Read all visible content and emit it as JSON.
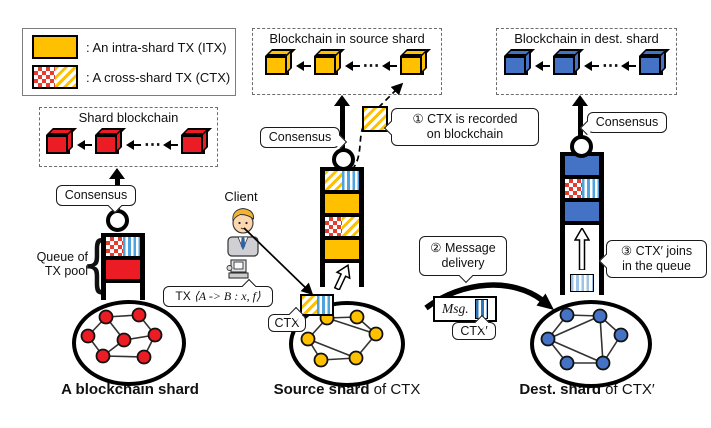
{
  "legend": {
    "itx": ": An intra-shard TX (ITX)",
    "ctx": ": A cross-shard TX (CTX)"
  },
  "ellipsis": "⋯",
  "left_shard": {
    "blockchain_title": "Shard blockchain",
    "consensus": "Consensus",
    "queue_line1": "Queue of",
    "queue_line2": "TX pool",
    "caption": "A blockchain shard"
  },
  "source_shard": {
    "blockchain_title": "Blockchain in source shard",
    "consensus": "Consensus",
    "client": "Client",
    "tx_prefix": "TX ",
    "tx_detail": "⟨A -> B : x, f⟩",
    "ctx_tag": "CTX",
    "step1_line1": "① CTX is recorded",
    "step1_line2": "on blockchain",
    "caption_bold": "Source shard",
    "caption_rest": " of CTX"
  },
  "message": {
    "step2_line1": "② Message",
    "step2_line2": "delivery",
    "msg_label": "Msg.",
    "ctx_prime_tag": "CTX′"
  },
  "dest_shard": {
    "blockchain_title": "Blockchain in dest. shard",
    "consensus": "Consensus",
    "step3_line1": "③ CTX′ joins",
    "step3_line2": "in the queue",
    "caption_bold": "Dest. shard",
    "caption_rest": " of CTX′"
  },
  "colors": {
    "red": "#EC1C24",
    "orange": "#FFC000",
    "blue": "#4472C4",
    "stripe_blue": "#4FA3DC",
    "stripe_blue_dark": "#2E75B6",
    "stripe_blue_light": "#9DC3E6",
    "checker_red": "#E43D30"
  }
}
